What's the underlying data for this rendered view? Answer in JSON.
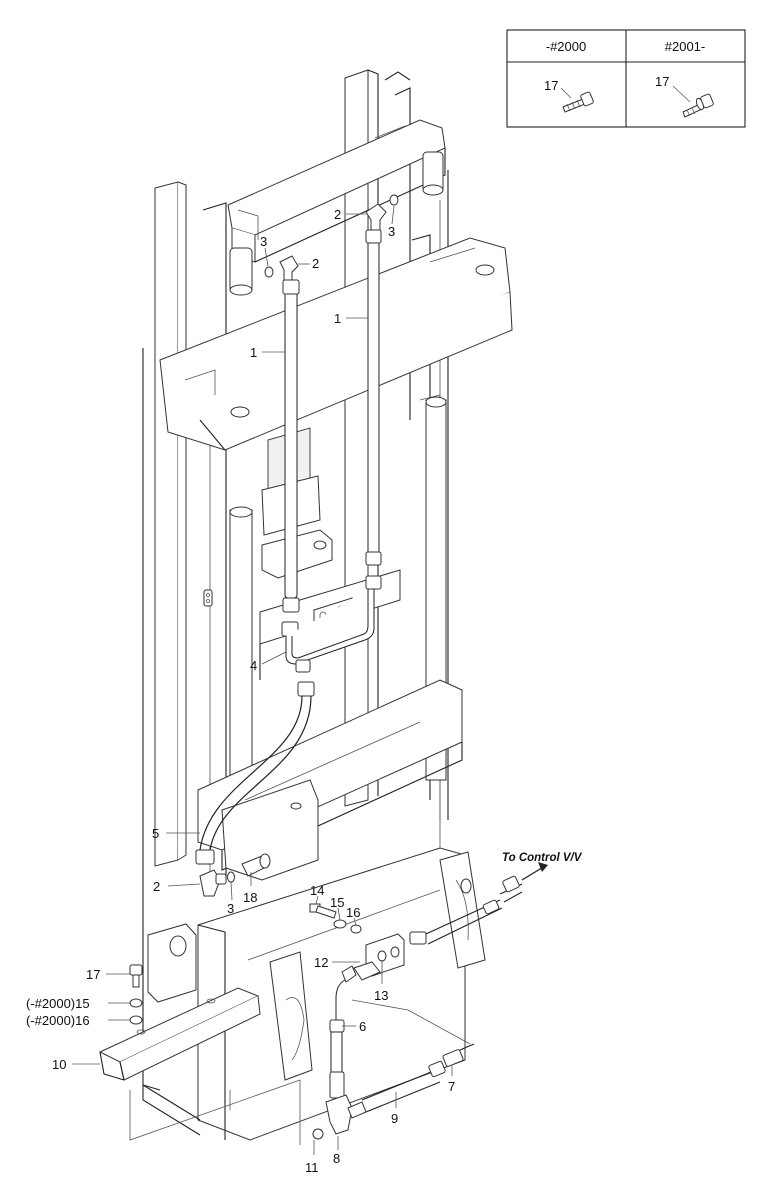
{
  "table": {
    "header_left": "-#2000",
    "header_right": "#2001-",
    "left_part_label": "17",
    "right_part_label": "17"
  },
  "callouts": {
    "c1a": "1",
    "c1b": "1",
    "c2a": "2",
    "c2b": "2",
    "c2c": "2",
    "c3a": "3",
    "c3b": "3",
    "c3c": "3",
    "c4": "4",
    "c5": "5",
    "c6": "6",
    "c7": "7",
    "c8": "8",
    "c9": "9",
    "c10": "10",
    "c11": "11",
    "c12": "12",
    "c13": "13",
    "c14": "14",
    "c15a": "15",
    "c15b": "(-#2000)15",
    "c16a": "16",
    "c16b": "(-#2000)16",
    "c17": "17",
    "c18": "18"
  },
  "annotation": {
    "to_control": "To Control V/V"
  }
}
